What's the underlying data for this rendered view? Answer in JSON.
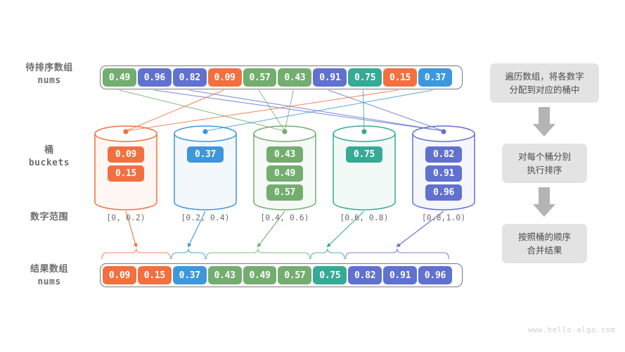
{
  "watermark": "www.hello-algo.com",
  "labels": {
    "input": {
      "cn": "待排序数组",
      "en": "nums"
    },
    "buckets": {
      "cn": "桶",
      "en": "buckets"
    },
    "ranges": {
      "cn": "数字范围"
    },
    "result": {
      "cn": "结果数组",
      "en": "nums"
    }
  },
  "colors": {
    "orange": "#f2703f",
    "blue": "#3d97dd",
    "green": "#73ad6f",
    "teal": "#35aa95",
    "purple": "#6071d0",
    "border": "#7a7a7a",
    "step_bg": "#e3e3e3",
    "arrow_gray": "#b4b4b4",
    "text_gray": "#6e6e6e"
  },
  "input_array": {
    "values": [
      "0.49",
      "0.96",
      "0.82",
      "0.09",
      "0.57",
      "0.43",
      "0.91",
      "0.75",
      "0.15",
      "0.37"
    ],
    "bucket_index": [
      2,
      4,
      4,
      0,
      2,
      2,
      4,
      3,
      0,
      1
    ]
  },
  "buckets": [
    {
      "range": "[0, 0.2)",
      "color": "orange",
      "items": [
        "0.09",
        "0.15"
      ]
    },
    {
      "range": "[0.2, 0.4)",
      "color": "blue",
      "items": [
        "0.37"
      ]
    },
    {
      "range": "[0.4, 0.6)",
      "color": "green",
      "items": [
        "0.43",
        "0.49",
        "0.57"
      ]
    },
    {
      "range": "[0.6, 0.8)",
      "color": "teal",
      "items": [
        "0.75"
      ]
    },
    {
      "range": "[0.8,1.0)",
      "color": "purple",
      "items": [
        "0.82",
        "0.91",
        "0.96"
      ]
    }
  ],
  "result_array": {
    "values": [
      "0.09",
      "0.15",
      "0.37",
      "0.43",
      "0.49",
      "0.57",
      "0.75",
      "0.82",
      "0.91",
      "0.96"
    ],
    "bucket_index": [
      0,
      0,
      1,
      2,
      2,
      2,
      3,
      4,
      4,
      4
    ]
  },
  "steps": [
    {
      "line1": "遍历数组，将各数字",
      "line2": "分配到对应的桶中"
    },
    {
      "line1": "对每个桶分别",
      "line2": "执行排序"
    },
    {
      "line1": "按照桶的顺序",
      "line2": "合并结果"
    }
  ]
}
